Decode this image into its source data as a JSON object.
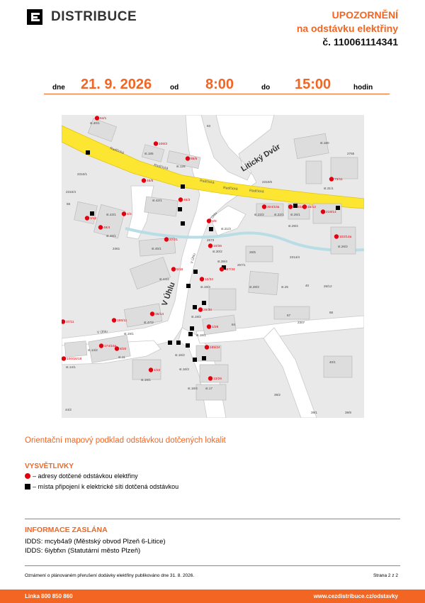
{
  "header": {
    "brand": "DISTRIBUCE",
    "notice_line1": "UPOZORNĚNÍ",
    "notice_line2": "na odstávku elektřiny",
    "notice_line3": "č. 110061114341"
  },
  "schedule": {
    "label_dne": "dne",
    "date": "21. 9. 2026",
    "label_od": "od",
    "time_from": "8:00",
    "label_do": "do",
    "time_to": "15:00",
    "label_hodin": "hodin"
  },
  "map": {
    "street_labels": [
      "Radčická",
      "Radčická",
      "Radčická",
      "Radčická",
      "Radčická",
      "Litický Dvůr",
      "V Úhlu",
      "V Úhlu",
      "V Úhlu",
      "V Úhlu"
    ],
    "address_labels": [
      "64/1",
      "106/3",
      "86/5",
      "46/5",
      "46/3",
      "73/11",
      "304/10a",
      "314/10",
      "15/12",
      "218/14",
      "102/14a",
      "1/12",
      "48/4",
      "4/3",
      "3/8",
      "27/21",
      "10/36",
      "687/34",
      "5/19",
      "12/32",
      "29/30",
      "195/11",
      "35/13",
      "37/11",
      "1/28",
      "174/16a",
      "8/20",
      "185/24",
      "100/16/18",
      "1/22",
      "13/26"
    ],
    "parcel_labels": [
      "st.40/1",
      "83",
      "st.180",
      "2765",
      "st.185",
      "st.129",
      "2310/1",
      "2310/4",
      "2310/5",
      "st.31/1",
      "58",
      "st.43/1",
      "st.42/1",
      "st.22/2",
      "st.22/1",
      "st.25/1",
      "st.21/3",
      "st.29/4",
      "st.46/1",
      "2461",
      "2673",
      "st.30/2",
      "26/5",
      "2314/4",
      "st.26/2",
      "st.45/1",
      "st.39/4",
      "267/1",
      "st.44/2",
      "st.19/3",
      "st.28/3",
      "st.25",
      "40",
      "26/12",
      "67",
      "68",
      "st.19/1",
      "st.19/2",
      "st.47/2",
      "84",
      "2307",
      "st.18/1",
      "st.14/2",
      "st.11",
      "st.16/2",
      "st.14/1",
      "st.16/3",
      "40/1",
      "st.19/1",
      "st.17",
      "st.18/4",
      "44/2",
      "39/2",
      "39/1",
      "39/8"
    ]
  },
  "caption": "Orientační mapový podklad odstávkou dotčených lokalit",
  "legend": {
    "title": "VYSVĚTLIVKY",
    "red": "– adresy dotčené odstávkou elektřiny",
    "black": "– místa připojení k elektrické síti dotčená odstávkou"
  },
  "info": {
    "title": "INFORMACE ZASLÁNA",
    "line1": "IDDS: mcyb4a9 (Městský obvod Plzeň 6-Litice)",
    "line2": "IDDS: 6iybfxn (Statutární město Plzeň)"
  },
  "publication": "Oznámení o plánovaném přerušení dodávky elektřiny publikováno dne 31. 8. 2026.",
  "page_number": "Strana 2 z 2",
  "footer": {
    "hotline": "Linka 800 850 860",
    "website": "www.cezdistribuce.cz/odstavky"
  },
  "colors": {
    "accent": "#f26522",
    "marker_red": "#e3000f",
    "road_yellow": "#fde632"
  }
}
